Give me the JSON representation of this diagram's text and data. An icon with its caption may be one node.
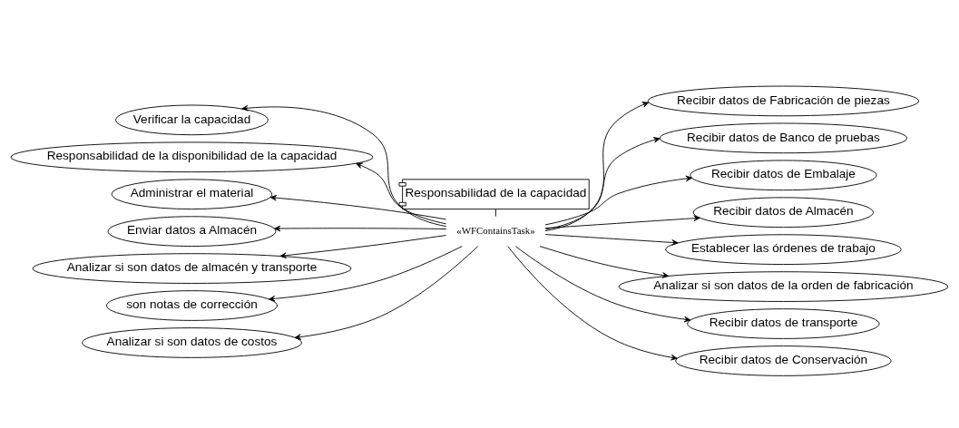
{
  "diagram": {
    "nodes": [
      {
        "text": [
          "Responsabilidad de la capacidad"
        ]
      },
      {
        "text": [
          "«WFContainsTask»"
        ]
      },
      {
        "text": [
          "Verificar la capacidad"
        ]
      },
      {
        "text": [
          "Recibir datos de Fabricación de piezas"
        ]
      },
      {
        "text": [
          "Responsabilidad de la disponibilidad de la capacidad"
        ]
      },
      {
        "text": [
          "Recibir datos de Banco de pruebas"
        ]
      },
      {
        "text": [
          "Administrar el material"
        ]
      },
      {
        "text": [
          "Recibir datos de Embalaje"
        ]
      },
      {
        "text": [
          "Enviar datos a Almacén"
        ]
      },
      {
        "text": [
          "Recibir datos de Almacén"
        ]
      },
      {
        "text": [
          "Establecer las órdenes de trabajo"
        ]
      },
      {
        "text": [
          "Analizar si son datos de almacén y transporte"
        ]
      },
      {
        "text": [
          "Analizar si son datos de la orden de fabricación"
        ]
      },
      {
        "text": [
          "son notas de corrección"
        ]
      },
      {
        "text": [
          "Recibir datos de transporte"
        ]
      },
      {
        "text": [
          "Analizar si son datos de costos"
        ]
      },
      {
        "text": [
          "Recibir datos de Conservación"
        ]
      }
    ],
    "edges": [
      {
        "from": 0,
        "to": 1,
        "arrow": "none"
      },
      {
        "from": 1,
        "to": 2,
        "arrow": "to"
      },
      {
        "from": 1,
        "to": 4,
        "arrow": "to"
      },
      {
        "from": 1,
        "to": 6,
        "arrow": "to"
      },
      {
        "from": 1,
        "to": 8,
        "arrow": "to"
      },
      {
        "from": 1,
        "to": 11,
        "arrow": "to"
      },
      {
        "from": 1,
        "to": 13,
        "arrow": "to"
      },
      {
        "from": 1,
        "to": 15,
        "arrow": "to"
      },
      {
        "from": 1,
        "to": 10,
        "arrow": "to"
      },
      {
        "from": 1,
        "to": 16,
        "arrow": "to"
      },
      {
        "from": 1,
        "to": 14,
        "arrow": "to"
      },
      {
        "from": 1,
        "to": 12,
        "arrow": "to"
      },
      {
        "from": 1,
        "to": 9,
        "arrow": "to"
      },
      {
        "from": 1,
        "to": 7,
        "arrow": "to"
      },
      {
        "from": 1,
        "to": 5,
        "arrow": "to"
      },
      {
        "from": 1,
        "to": 3,
        "arrow": "to"
      }
    ]
  }
}
